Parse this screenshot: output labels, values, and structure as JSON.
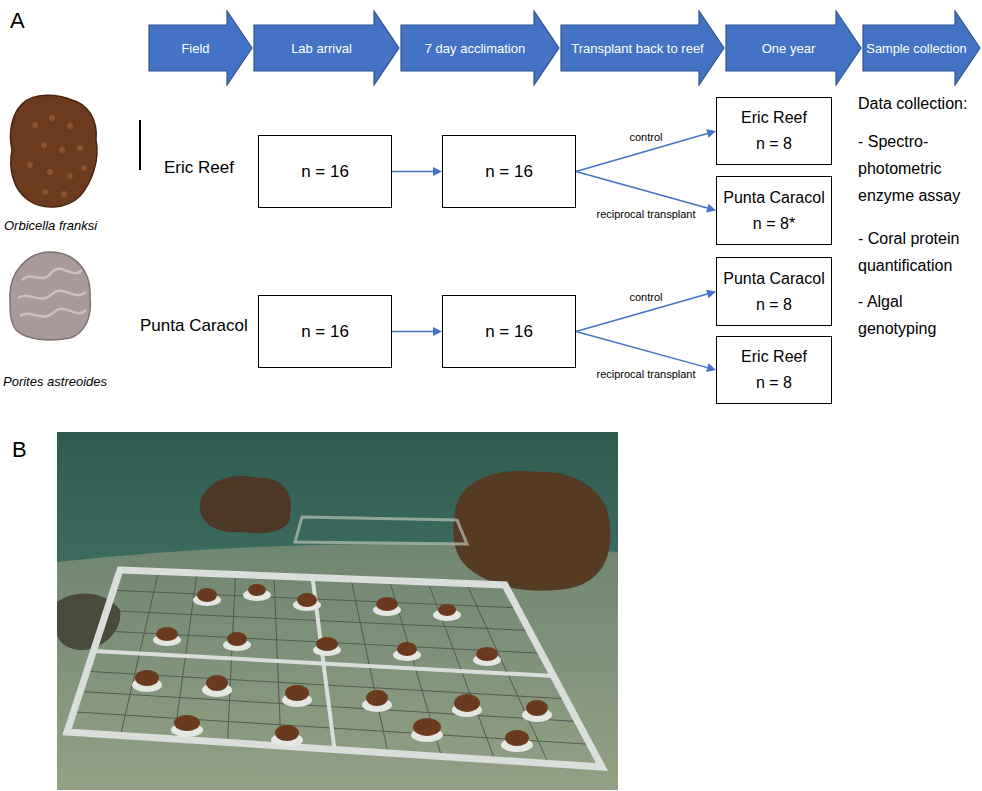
{
  "diagram": {
    "nodes": [
      {
        "text": [
          "Field"
        ]
      },
      {
        "text": [
          "Lab arrival"
        ]
      },
      {
        "text": [
          "7 day acclimation"
        ]
      },
      {
        "text": [
          "Transplant back to reef"
        ]
      },
      {
        "text": [
          "One year"
        ]
      },
      {
        "text": [
          "Sample collection"
        ]
      },
      {
        "text": [
          "n = 16"
        ]
      },
      {
        "text": [
          "n = 16"
        ]
      },
      {
        "text": [
          "Eric Reef",
          "n = 8"
        ]
      },
      {
        "text": [
          "Punta Caracol",
          "n = 8*"
        ]
      },
      {
        "text": [
          "n = 16"
        ]
      },
      {
        "text": [
          "n = 16"
        ]
      },
      {
        "text": [
          "Punta Caracol",
          "n = 8"
        ]
      },
      {
        "text": [
          "Eric Reef",
          "n = 8"
        ]
      }
    ],
    "edges": [
      {
        "from": 6,
        "to": 7,
        "arrow": "to"
      },
      {
        "from": 7,
        "to": 8,
        "label": "control",
        "arrow": "to"
      },
      {
        "from": 7,
        "to": 9,
        "label": "reciprocal transplant",
        "arrow": "to"
      },
      {
        "from": 10,
        "to": 11,
        "arrow": "to"
      },
      {
        "from": 11,
        "to": 12,
        "label": "control",
        "arrow": "to"
      },
      {
        "from": 11,
        "to": 13,
        "label": "reciprocal transplant",
        "arrow": "to"
      }
    ],
    "labels": [
      "A",
      "Eric Reef",
      "Punta Caracol",
      "Orbicella franksi",
      "Porites astreoides",
      "Data collection:",
      "- Spectro- photometric enzyme assay",
      "- Coral protein quantification",
      "- Algal genotyping",
      "B"
    ]
  }
}
